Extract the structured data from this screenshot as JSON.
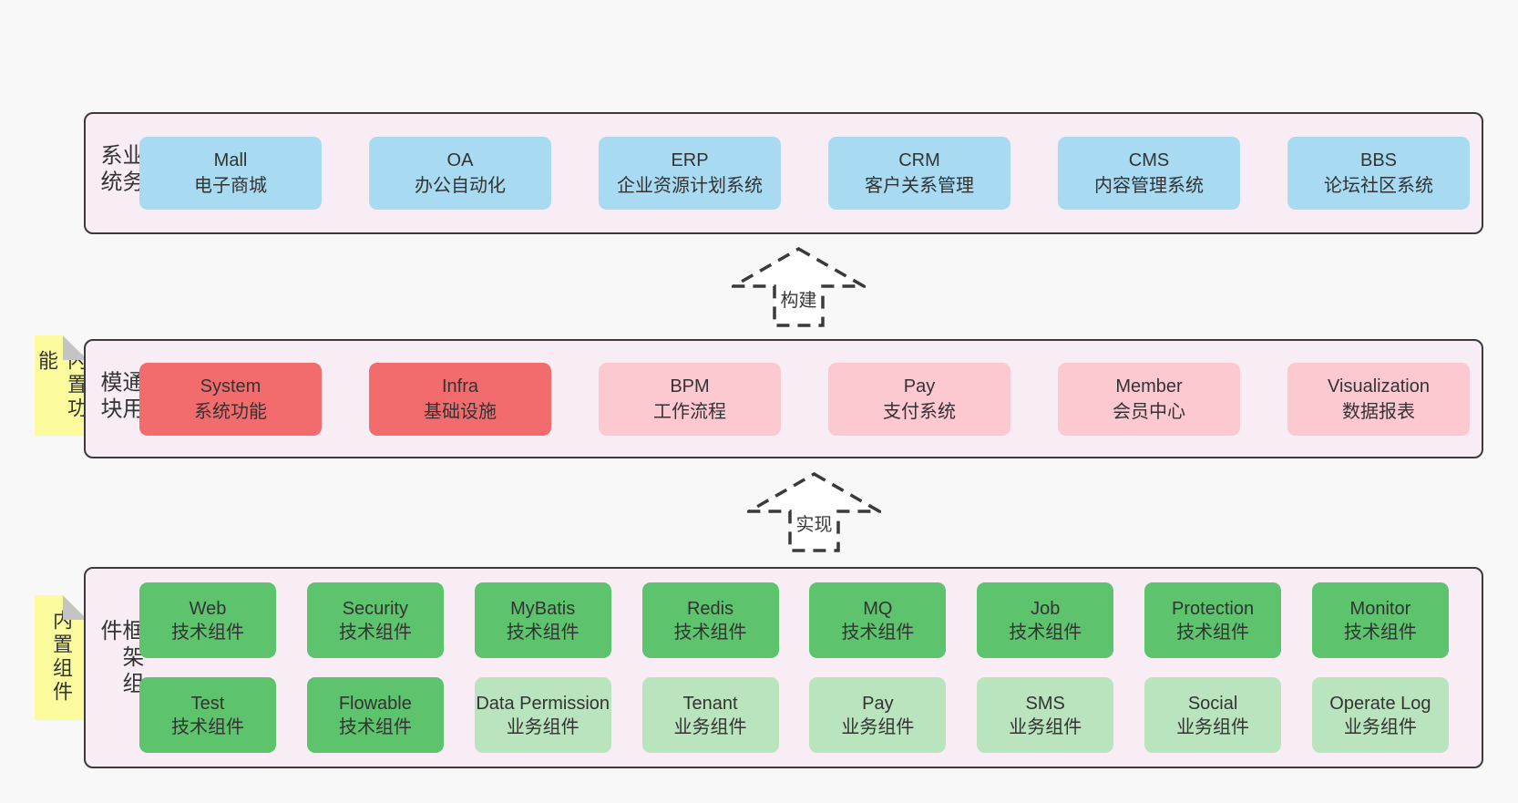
{
  "colors": {
    "page_bg": "#f8f8f8",
    "band_bg": "#f8edf5",
    "band_border": "#3b3b3b",
    "blue_box": "#a8daf2",
    "red_box": "#f26c6e",
    "pink_box": "#fcc9d1",
    "green_box": "#5ec36d",
    "light_green_box": "#bae4bd",
    "sticky_yellow": "#fbfb9e",
    "fold_gray": "#c4c4c4",
    "text": "#333333"
  },
  "arrows": [
    {
      "label": "构建"
    },
    {
      "label": "实现"
    }
  ],
  "layers": [
    {
      "label": "业务系统",
      "boxes": [
        {
          "en": "Mall",
          "zh": "电子商城",
          "variant": "blue"
        },
        {
          "en": "OA",
          "zh": "办公自动化",
          "variant": "blue"
        },
        {
          "en": "ERP",
          "zh": "企业资源计划系统",
          "variant": "blue"
        },
        {
          "en": "CRM",
          "zh": "客户关系管理",
          "variant": "blue"
        },
        {
          "en": "CMS",
          "zh": "内容管理系统",
          "variant": "blue"
        },
        {
          "en": "BBS",
          "zh": "论坛社区系统",
          "variant": "blue"
        }
      ]
    },
    {
      "label": "通用模块",
      "sticky": "内置功能",
      "boxes": [
        {
          "en": "System",
          "zh": "系统功能",
          "variant": "red"
        },
        {
          "en": "Infra",
          "zh": "基础设施",
          "variant": "red"
        },
        {
          "en": "BPM",
          "zh": "工作流程",
          "variant": "pink"
        },
        {
          "en": "Pay",
          "zh": "支付系统",
          "variant": "pink"
        },
        {
          "en": "Member",
          "zh": "会员中心",
          "variant": "pink"
        },
        {
          "en": "Visualization",
          "zh": "数据报表",
          "variant": "pink"
        }
      ]
    },
    {
      "label": "框架组件",
      "sticky": "内置组件",
      "rows": [
        [
          {
            "en": "Web",
            "zh": "技术组件",
            "variant": "green"
          },
          {
            "en": "Security",
            "zh": "技术组件",
            "variant": "green"
          },
          {
            "en": "MyBatis",
            "zh": "技术组件",
            "variant": "green"
          },
          {
            "en": "Redis",
            "zh": "技术组件",
            "variant": "green"
          },
          {
            "en": "MQ",
            "zh": "技术组件",
            "variant": "green"
          },
          {
            "en": "Job",
            "zh": "技术组件",
            "variant": "green"
          },
          {
            "en": "Protection",
            "zh": "技术组件",
            "variant": "green"
          },
          {
            "en": "Monitor",
            "zh": "技术组件",
            "variant": "green"
          }
        ],
        [
          {
            "en": "Test",
            "zh": "技术组件",
            "variant": "green"
          },
          {
            "en": "Flowable",
            "zh": "技术组件",
            "variant": "green"
          },
          {
            "en": "Data Permission",
            "zh": "业务组件",
            "variant": "light_green"
          },
          {
            "en": "Tenant",
            "zh": "业务组件",
            "variant": "light_green"
          },
          {
            "en": "Pay",
            "zh": "业务组件",
            "variant": "light_green"
          },
          {
            "en": "SMS",
            "zh": "业务组件",
            "variant": "light_green"
          },
          {
            "en": "Social",
            "zh": "业务组件",
            "variant": "light_green"
          },
          {
            "en": "Operate Log",
            "zh": "业务组件",
            "variant": "light_green"
          }
        ]
      ]
    }
  ]
}
